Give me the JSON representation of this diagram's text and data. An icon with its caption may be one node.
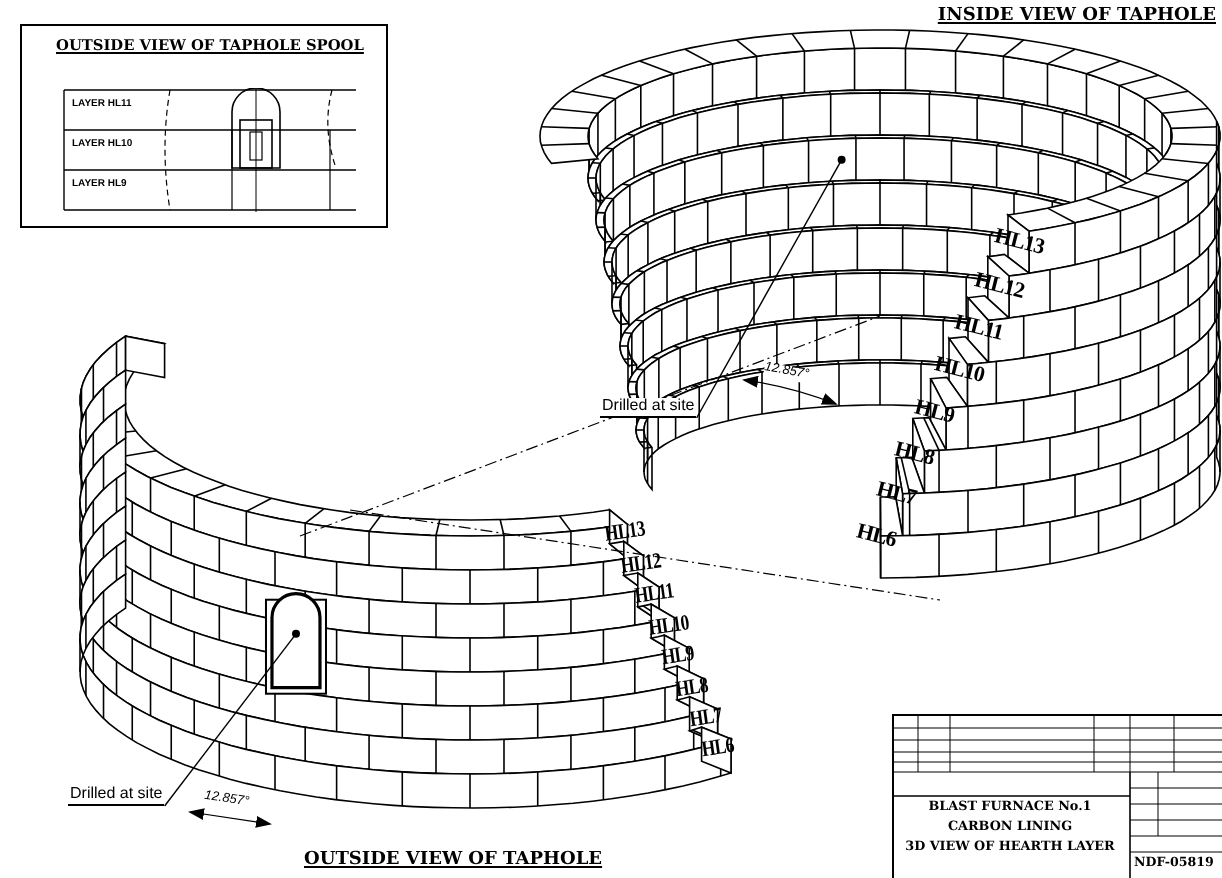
{
  "diagram": {
    "nodes": [
      {
        "text": [
          "Drilled at site"
        ]
      },
      {
        "text": [
          "Drilled at site"
        ]
      }
    ],
    "edges": [
      {
        "from": 0,
        "to": null,
        "arrow": "other"
      },
      {
        "from": 1,
        "to": null,
        "arrow": "other"
      }
    ],
    "labels": [
      "OUTSIDE VIEW OF TAPHOLE SPOOL",
      "LAYER HL11",
      "LAYER HL10",
      "LAYER HL9",
      "INSIDE VIEW OF TAPHOLE",
      "HL13",
      "HL12",
      "HL11",
      "HL10",
      "HL9",
      "HL8",
      "HL7",
      "HL6",
      "12.857°",
      "HL13",
      "HL12",
      "HL11",
      "HL10",
      "HL9",
      "HL8",
      "HL7",
      "HL6",
      "12.857°",
      "OUTSIDE VIEW OF TAPHOLE",
      "BLAST FURNACE No.1",
      "CARBON LINING",
      "3D VIEW OF HEARTH LAYER",
      "NDF-05819"
    ]
  }
}
